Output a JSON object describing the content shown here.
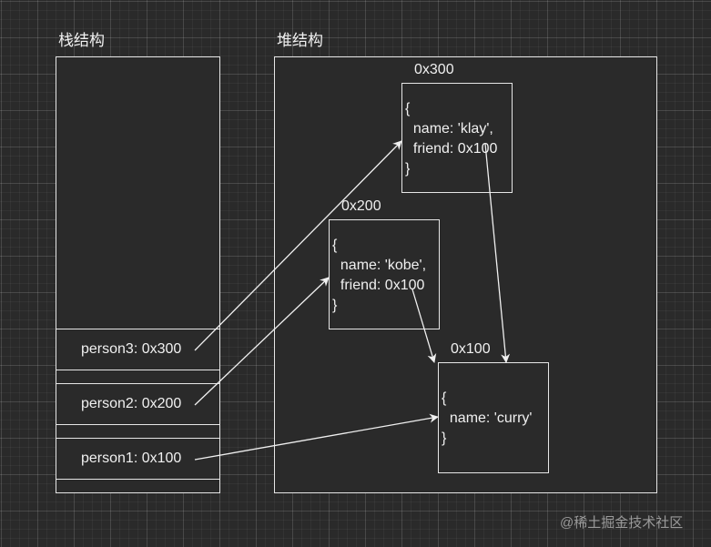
{
  "stack": {
    "title": "栈结构",
    "vars": [
      {
        "label": "person3: 0x300"
      },
      {
        "label": "person2: 0x200"
      },
      {
        "label": "person1: 0x100"
      }
    ]
  },
  "heap": {
    "title": "堆结构",
    "objects": [
      {
        "address": "0x300",
        "lines": [
          "{",
          "  name: 'klay',",
          "  friend: 0x100",
          "}"
        ]
      },
      {
        "address": "0x200",
        "lines": [
          "{",
          "  name: 'kobe',",
          "  friend: 0x100",
          "}"
        ]
      },
      {
        "address": "0x100",
        "lines": [
          "{",
          "  name: 'curry'",
          "}"
        ]
      }
    ]
  },
  "watermark": "@稀土掘金技术社区"
}
